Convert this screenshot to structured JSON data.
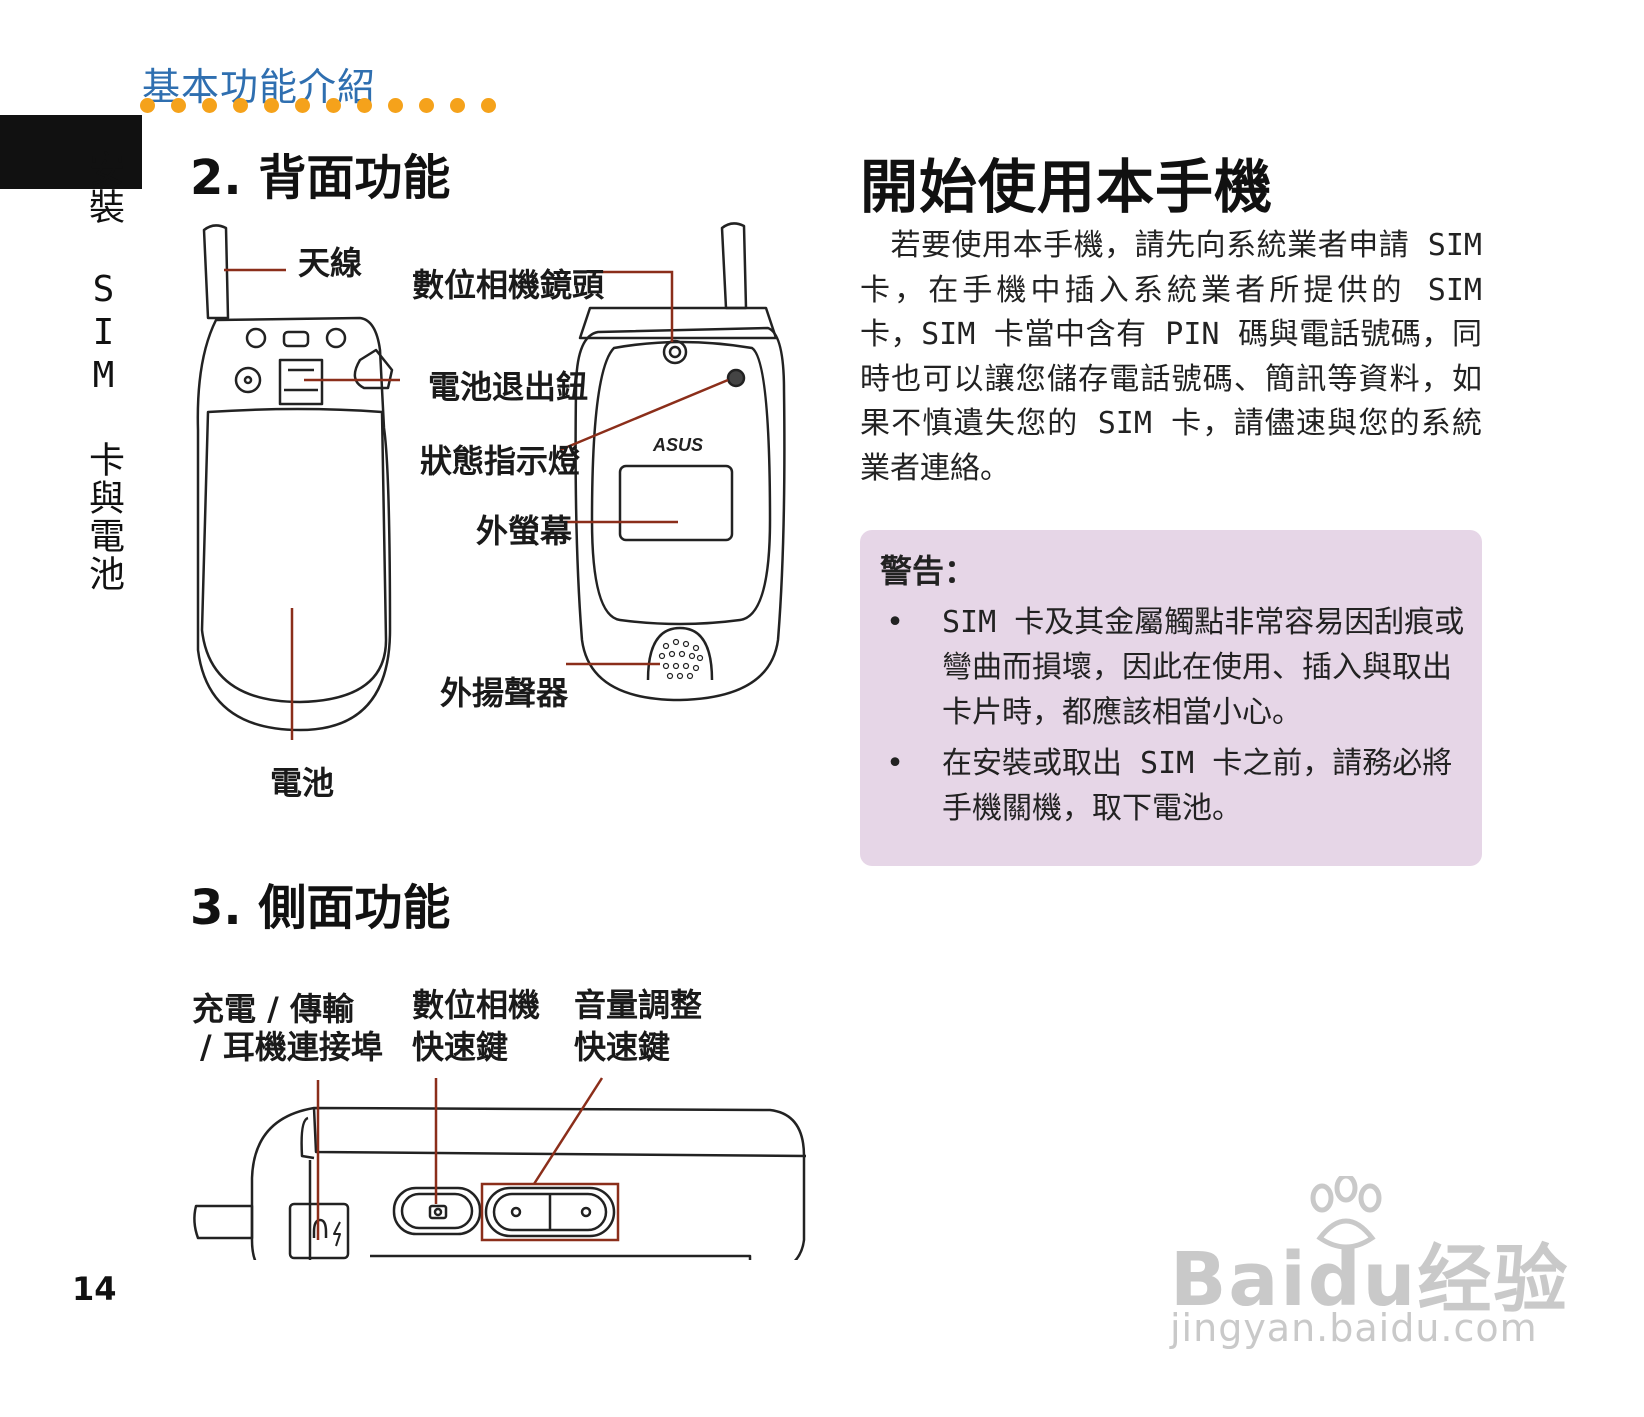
{
  "header": {
    "chapter_title": "基本功能介紹"
  },
  "side_tab": {
    "text": "安裝 SIM 卡與電池"
  },
  "sections": {
    "back": {
      "title": "2. 背面功能",
      "labels": {
        "antenna": "天線",
        "camera_lens": "數位相機鏡頭",
        "battery_release": "電池退出鈕",
        "status_led": "狀態指示燈",
        "outer_screen": "外螢幕",
        "speaker": "外揚聲器",
        "battery": "電池"
      },
      "logo": "ASUS"
    },
    "side": {
      "title": "3. 側面功能",
      "labels": {
        "port_line1": "充電 / 傳輸",
        "port_line2": "/ 耳機連接埠",
        "camera_key_line1": "數位相機",
        "camera_key_line2": "快速鍵",
        "volume_line1": "音量調整",
        "volume_line2": "快速鍵"
      }
    }
  },
  "right": {
    "title": "開始使用本手機",
    "intro": "　若要使用本手機，請先向系統業者申請 SIM　卡，在手機中插入系統業者所提供的 SIM 卡，SIM 卡當中含有 PIN 碼與電話號碼，同時也可以讓您儲存電話號碼、簡訊等資料，如果不慎遺失您的 SIM 卡，請儘速與您的系統業者連絡。",
    "warning": {
      "title": "警告：",
      "items": [
        "SIM 卡及其金屬觸點非常容易因刮痕或彎曲而損壞，因此在使用、插入與取出卡片時，都應該相當小心。",
        "在安裝或取出 SIM 卡之前，請務必將手機關機，取下電池。"
      ]
    }
  },
  "page_number": "14",
  "watermark": {
    "brand": "Baidu经验",
    "url": "jingyan.baidu.com"
  },
  "colors": {
    "accent_blue": "#2f6fb0",
    "dot_orange": "#f5a21b",
    "leader_line": "#8b2e1a",
    "warning_bg": "#e6d6e7"
  }
}
